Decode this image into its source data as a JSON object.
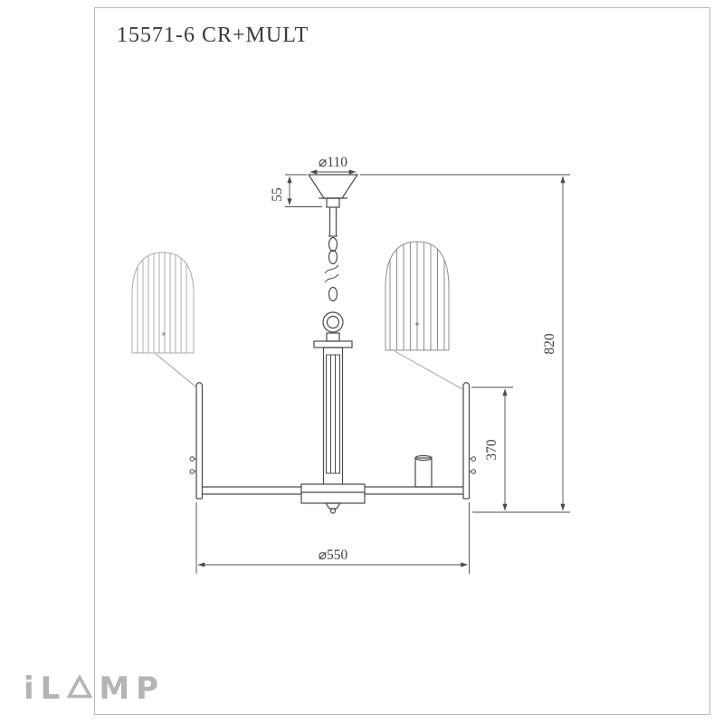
{
  "title": "15571-6 CR+MULT",
  "brand": {
    "text": "iLAMP",
    "prefix": "iL",
    "suffix": "MP"
  },
  "dimensions": {
    "canopy_diameter": "⌀110",
    "canopy_height": "55",
    "overall_height": "820",
    "arm_height": "370",
    "width": "⌀550"
  },
  "colors": {
    "drawing_line": "#4a4a4a",
    "dimension_line": "#4a4a4a",
    "shade_left": "#ababab",
    "shade_right": "#8d8d8d",
    "frame": "#b9b9b9",
    "logo": "#b4b4b4",
    "background": "#ffffff"
  }
}
